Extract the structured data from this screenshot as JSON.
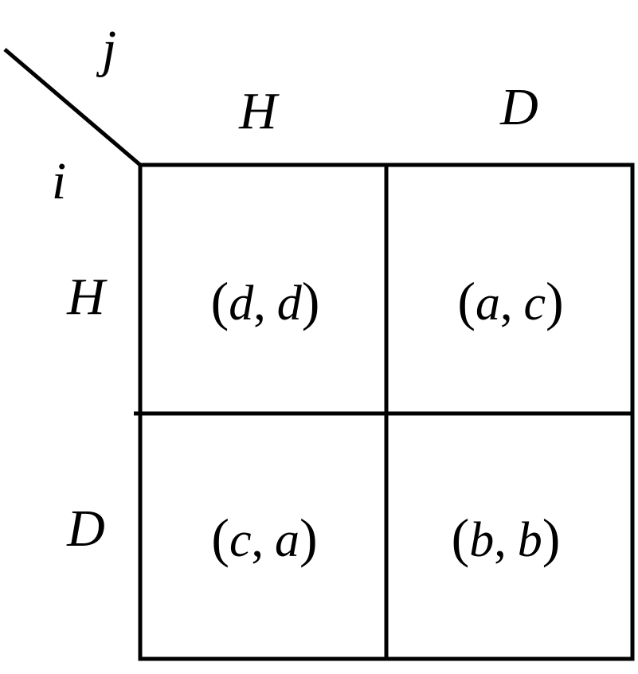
{
  "player_column_label": "j",
  "player_row_label": "i",
  "column_strategies": [
    "H",
    "D"
  ],
  "row_strategies": [
    "H",
    "D"
  ],
  "payoffs": [
    [
      [
        "d",
        "d"
      ],
      [
        "a",
        "c"
      ]
    ],
    [
      [
        "c",
        "a"
      ],
      [
        "b",
        "b"
      ]
    ]
  ],
  "line_color": "#000000"
}
